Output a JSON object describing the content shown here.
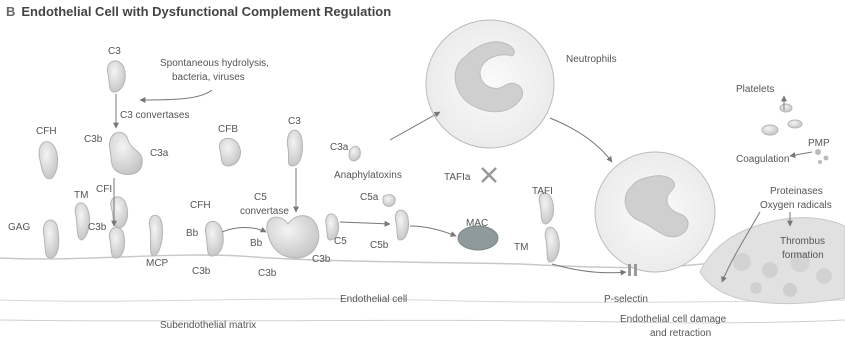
{
  "figure": {
    "panel_letter": "B",
    "title": "Endothelial Cell with Dysfunctional Complement Regulation"
  },
  "labels": {
    "spontaneous": [
      "Spontaneous hydrolysis,",
      "bacteria, viruses"
    ],
    "neutrophils": "Neutrophils",
    "platelets": "Platelets",
    "pmp": "PMP",
    "coagulation": "Coagulation",
    "proteinases": "Proteinases",
    "oxygen_radicals": "Oxygen radicals",
    "thrombus": [
      "Thrombus",
      "formation"
    ],
    "c3_top": "C3",
    "c3_convertases": "C3 convertases",
    "cfh_left": "CFH",
    "c3b_a": "C3b",
    "c3a_a": "C3a",
    "cfb": "CFB",
    "c3_right": "C3",
    "c3a_anaph": "C3a",
    "anaphylatoxins": "Anaphylatoxins",
    "c5a": "C5a",
    "tafia": "TAFIa",
    "tafi": "TAFI",
    "cfi": "CFI",
    "tm_left": "TM",
    "gag": "GAG",
    "c3b_left": "C3b",
    "cfh_mid": "CFH",
    "bb_left": "Bb",
    "c5_convertase": [
      "C5",
      "convertase"
    ],
    "bb_mid": "Bb",
    "c5": "C5",
    "c5b": "C5b",
    "mac": "MAC",
    "tm_right": "TM",
    "mcp": "MCP",
    "c3b_low1": "C3b",
    "c3b_low2": "C3b",
    "c3b_low3": "C3b",
    "endothelial_cell": "Endothelial cell",
    "p_selectin": "P-selectin",
    "subendothelial": "Subendothelial matrix",
    "damage": [
      "Endothelial cell damage",
      "and retraction"
    ]
  },
  "colors": {
    "protein": "#d9d9d9",
    "protein_edge": "#b5b5b5",
    "mac": "#8f9a9d",
    "arrow": "#777777",
    "cell_membrane": "#c8c8c8"
  }
}
